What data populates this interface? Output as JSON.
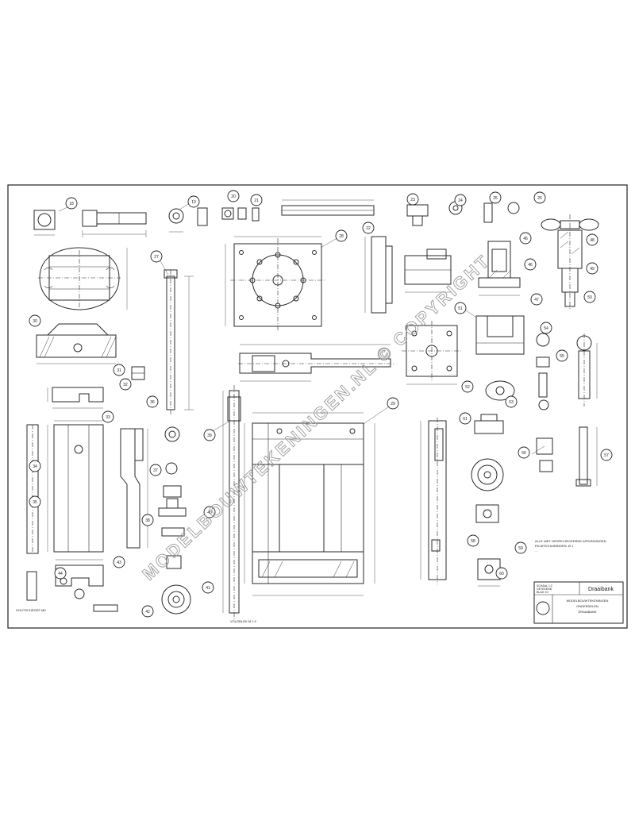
{
  "drawing": {
    "watermark": "MODELBOUWTEKENINGEN.NL © COPYRIGHT",
    "note_lines": [
      "ALLE NIET GESPECIFICEERDE AFRONDINGEN",
      "EN AFSCHUININGEN: Ø 1",
      "…"
    ],
    "small_captions": [
      "HOUTSCHROEF M5",
      "VOLGBLOK M 1:2"
    ],
    "title_block": {
      "title": "Draaibank",
      "lines": [
        "SCHAAL 1:2",
        "GETEKEND",
        "BLAD 1/1"
      ],
      "subtitle_lines": [
        "MODELBOUWTEKENINGEN",
        "ONDERDELEN",
        "DRAAIBANK"
      ]
    },
    "part_balloons": [
      "18",
      "19",
      "20",
      "21",
      "22",
      "23",
      "24",
      "25",
      "26",
      "27",
      "28",
      "29",
      "30",
      "31",
      "32",
      "33",
      "34",
      "35",
      "36",
      "37",
      "38",
      "39",
      "40",
      "41",
      "42",
      "43",
      "44",
      "45",
      "46",
      "47",
      "48",
      "49",
      "50",
      "51",
      "52",
      "53",
      "54",
      "55",
      "56",
      "57",
      "58",
      "59",
      "60",
      "61"
    ]
  }
}
